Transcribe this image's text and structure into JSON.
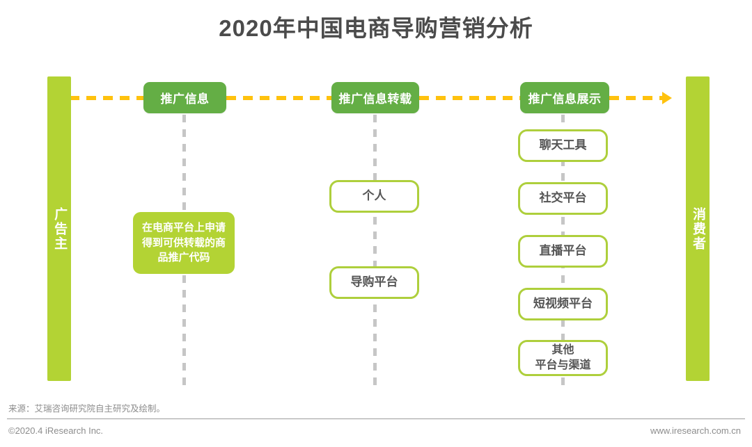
{
  "title": "2020年中国电商导购营销分析",
  "theme": {
    "stage_green": "#64ae45",
    "accent_green": "#b3d334",
    "outline_green": "#aecf3c",
    "flow_amber": "#ffc20e",
    "dash_gray": "#c6c6c6",
    "title_gray": "#4b4b4b",
    "node_text_gray": "#555555",
    "footer_gray": "#8d8d8d"
  },
  "actors": {
    "left": {
      "label": "广告主"
    },
    "right": {
      "label": "消费者"
    }
  },
  "stages": [
    {
      "header": "推广信息",
      "nodes": [
        {
          "label": "在电商平台上申请得到可供转载的商品推广代码",
          "style": "filled"
        }
      ]
    },
    {
      "header": "推广信息转载",
      "nodes": [
        {
          "label": "个人",
          "style": "outline"
        },
        {
          "label": "导购平台",
          "style": "outline"
        }
      ]
    },
    {
      "header": "推广信息展示",
      "nodes": [
        {
          "label": "聊天工具",
          "style": "outline"
        },
        {
          "label": "社交平台",
          "style": "outline"
        },
        {
          "label": "直播平台",
          "style": "outline"
        },
        {
          "label": "短视频平台",
          "style": "outline"
        },
        {
          "label": "其他",
          "label2": "平台与渠道",
          "style": "outline"
        }
      ]
    }
  ],
  "footer": {
    "source": "来源：艾瑞咨询研究院自主研究及绘制。",
    "copyright": "©2020.4 iResearch Inc.",
    "website": "www.iresearch.com.cn"
  }
}
